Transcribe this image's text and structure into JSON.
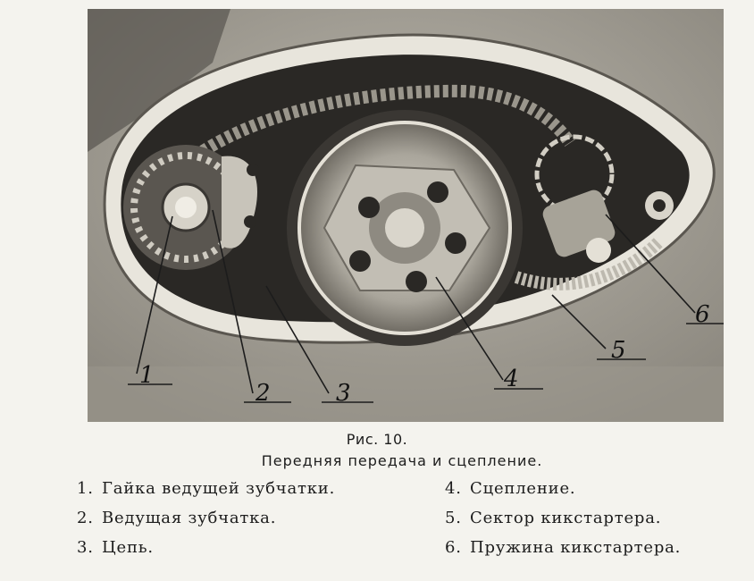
{
  "figure": {
    "callouts": [
      "1",
      "2",
      "3",
      "4",
      "5",
      "6"
    ]
  },
  "caption": {
    "title": "Рис. 10.",
    "subtitle": "Передняя передача и сцепление."
  },
  "legend": [
    {
      "num": "1.",
      "text": "Гайка ведущей зубчатки."
    },
    {
      "num": "2.",
      "text": "Ведущая зубчатка."
    },
    {
      "num": "3.",
      "text": "Цепь."
    },
    {
      "num": "4.",
      "text": "Сцепление."
    },
    {
      "num": "5.",
      "text": "Сектор кикстартера."
    },
    {
      "num": "6.",
      "text": "Пружина кикстартера."
    }
  ]
}
